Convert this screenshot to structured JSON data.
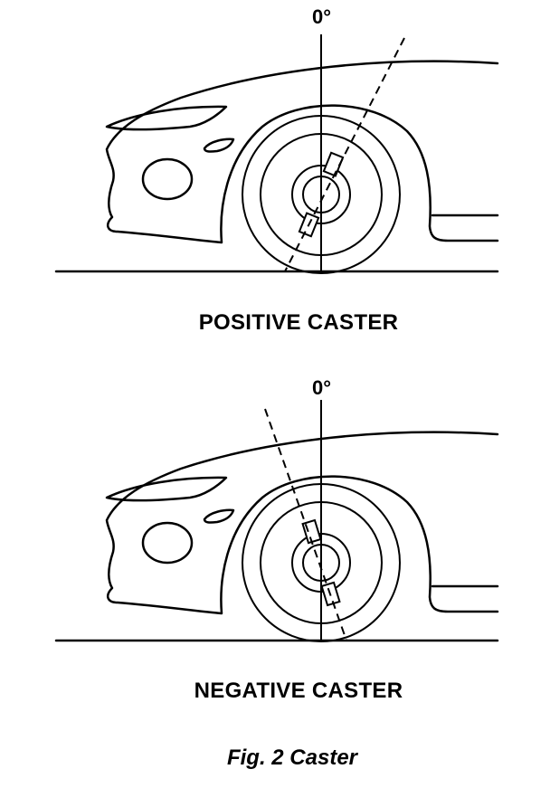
{
  "diagrams": [
    {
      "angle_label": "0°",
      "caption": "POSITIVE CASTER",
      "caster": "positive"
    },
    {
      "angle_label": "0°",
      "caption": "NEGATIVE CASTER",
      "caster": "negative"
    }
  ],
  "figure_caption": "Fig. 2 Caster"
}
